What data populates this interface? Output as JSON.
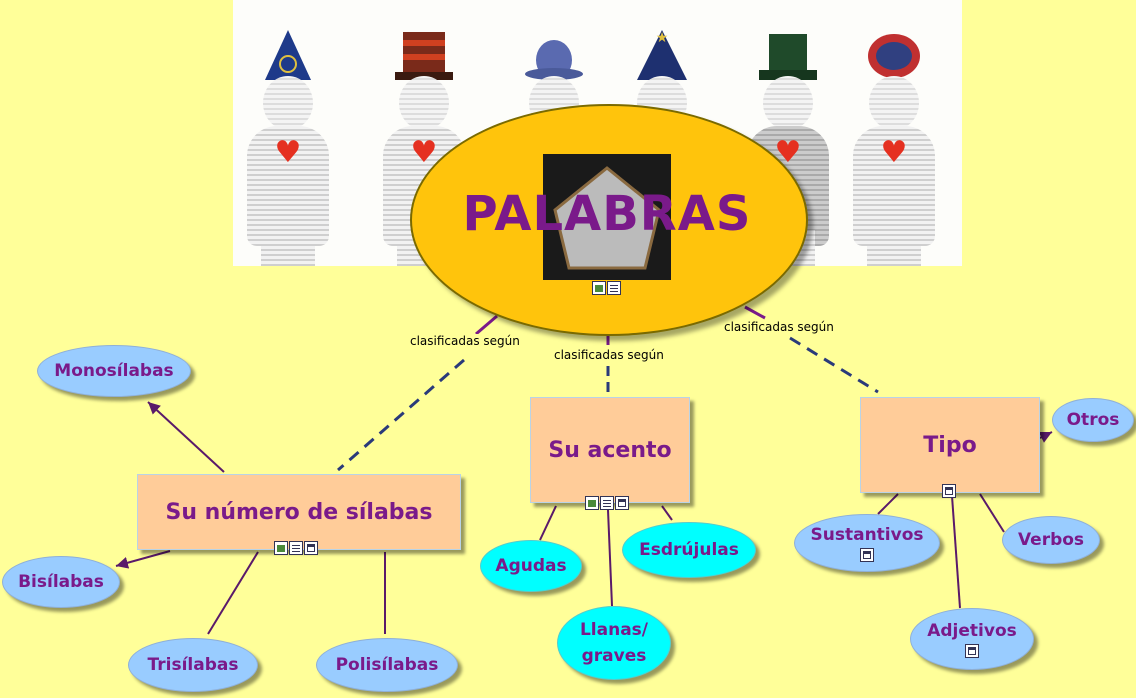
{
  "center": {
    "title": "PALABRAS"
  },
  "links": [
    {
      "label": "clasificadas según"
    },
    {
      "label": "clasificadas según"
    },
    {
      "label": "clasificadas según"
    }
  ],
  "nodes": {
    "silabas": "Su número de sílabas",
    "acento": "Su acento",
    "tipo": "Tipo",
    "monosilabas": "Monosílabas",
    "bisilabas": "Bisílabas",
    "trisilabas": "Trisílabas",
    "polisilabas": "Polisílabas",
    "agudas": "Agudas",
    "esdrujulas": "Esdrújulas",
    "llanas_line1": "Llanas/",
    "llanas_line2": "graves",
    "otros": "Otros",
    "sustantivos": "Sustantivos",
    "verbos": "Verbos",
    "adjetivos": "Adjetivos"
  },
  "colors": {
    "background": "#ffff99",
    "center_fill": "#ffc40c",
    "text": "#7a1a8a",
    "rect_fill": "#ffcc99",
    "oval_blue": "#99ccff",
    "oval_cyan": "#00ffff",
    "line": "#5a1a6a",
    "dash": "#2a3a7a",
    "heart": "#e53020"
  },
  "icons": [
    "image-icon",
    "document-icon",
    "submap-icon"
  ]
}
